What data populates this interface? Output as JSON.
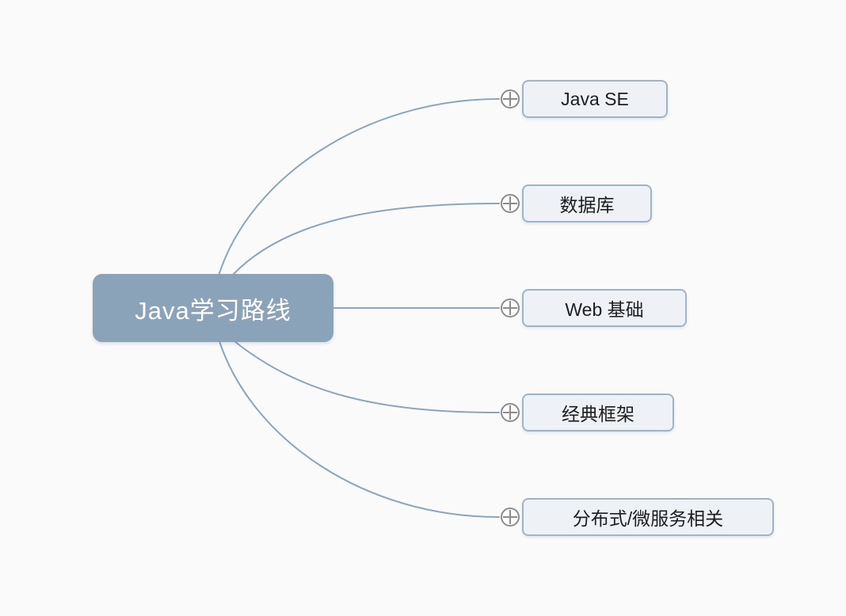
{
  "mindmap": {
    "root": {
      "label": "Java学习路线"
    },
    "branches": [
      {
        "label": "Java SE",
        "expand_icon": "plus-circle"
      },
      {
        "label": "数据库",
        "expand_icon": "plus-circle"
      },
      {
        "label": "Web 基础",
        "expand_icon": "plus-circle"
      },
      {
        "label": "经典框架",
        "expand_icon": "plus-circle"
      },
      {
        "label": "分布式/微服务相关",
        "expand_icon": "plus-circle"
      }
    ]
  },
  "colors": {
    "background": "#fafafa",
    "root_fill": "#8aa3b8",
    "root_text": "#ffffff",
    "branch_fill": "#eef2f6",
    "branch_border": "#9fb4c7",
    "branch_text": "#1d1d1f",
    "connector": "#8ca5ba",
    "expand_icon": "#8c8c8c"
  }
}
